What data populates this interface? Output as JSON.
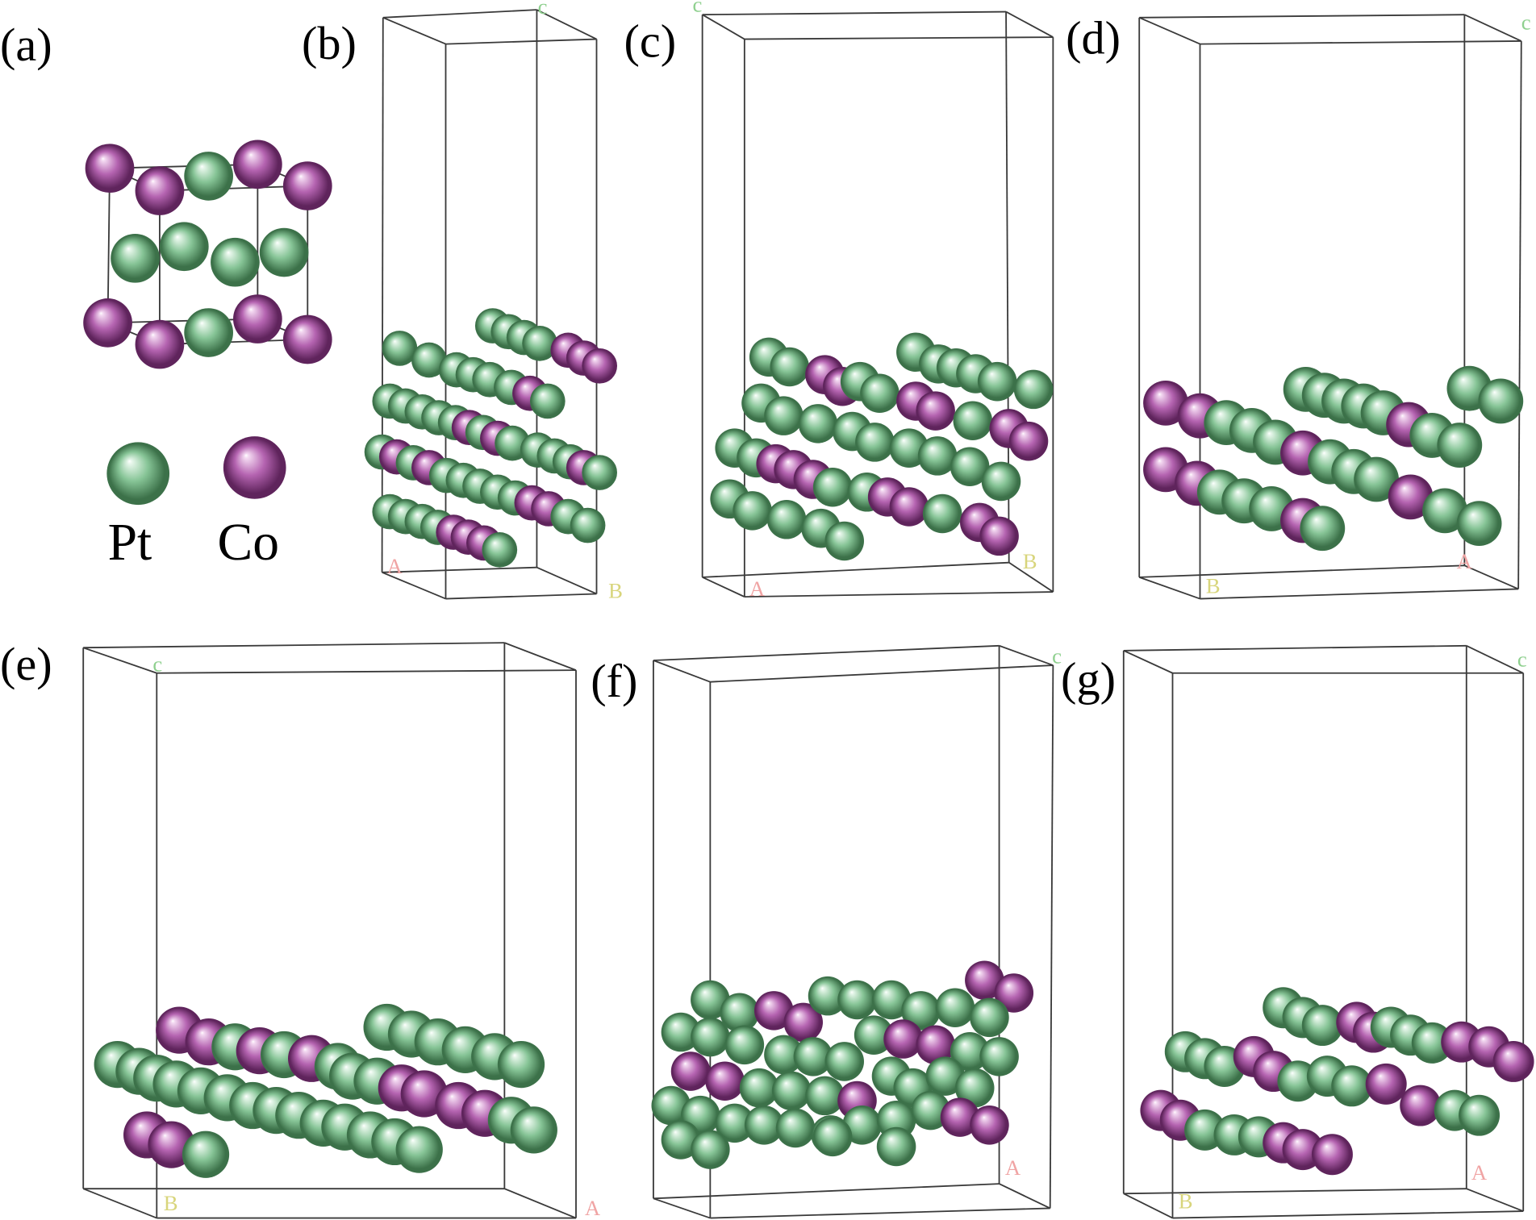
{
  "panels": {
    "a": {
      "label": "(a)"
    },
    "b": {
      "label": "(b)",
      "axis_a": "A",
      "axis_b": "B",
      "axis_c": "c"
    },
    "c": {
      "label": "(c)",
      "axis_a": "A",
      "axis_b": "B",
      "axis_c": "c"
    },
    "d": {
      "label": "(d)",
      "axis_a": "A",
      "axis_b": "B",
      "axis_c": "c"
    },
    "e": {
      "label": "(e)",
      "axis_a": "A",
      "axis_b": "B",
      "axis_c": "c"
    },
    "f": {
      "label": "(f)",
      "axis_a": "A",
      "axis_c": "c"
    },
    "g": {
      "label": "(g)",
      "axis_a": "A",
      "axis_b": "B",
      "axis_c": "c"
    }
  },
  "legend": {
    "pt_label": "Pt",
    "co_label": "Co"
  },
  "colors": {
    "pt_light": "#e6f6ea",
    "pt_base": "#86c496",
    "pt_dark": "#3c7149",
    "co_light": "#f3d9f1",
    "co_base": "#b564b1",
    "co_dark": "#5f245c",
    "axis_A": "#f0a4a4",
    "axis_B": "#d8d57c",
    "axis_c": "#8fd08f",
    "cell_edge": "#3a3a3a"
  }
}
